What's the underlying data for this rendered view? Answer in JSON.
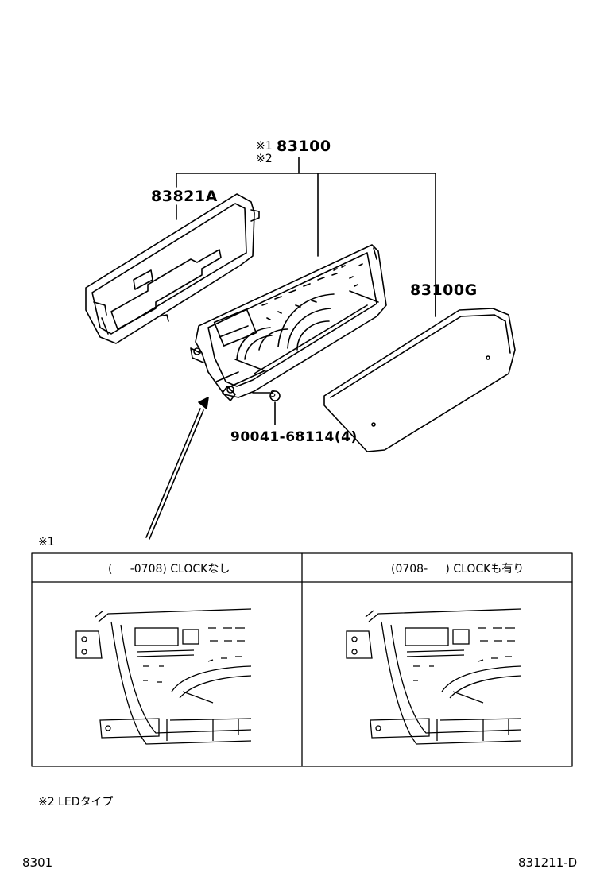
{
  "callouts": {
    "assembly_mark1": "※1",
    "assembly_mark2": "※2",
    "assembly_part": "83100",
    "lens_cover": "83821A",
    "glass": "83100G",
    "screw": "90041-68114(4)"
  },
  "screw_symbol": "S",
  "detail": {
    "mark": "※1",
    "left_header": "(     -0708) CLOCKなし",
    "right_header": "(0708-     ) CLOCKも有り"
  },
  "footnote": "※2 LEDタイプ",
  "footer": {
    "left_code": "8301",
    "right_code": "831211-D"
  }
}
